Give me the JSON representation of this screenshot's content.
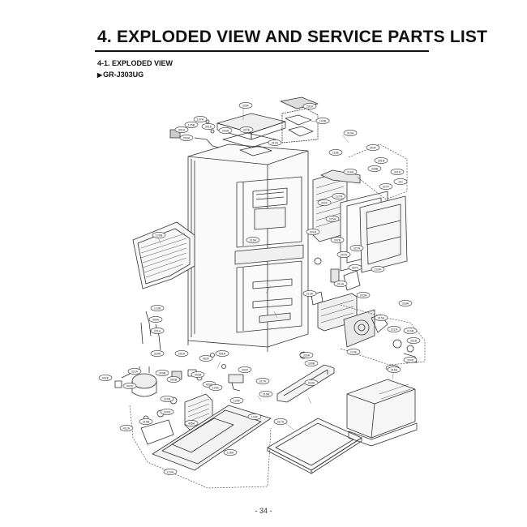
{
  "document": {
    "title": "4. EXPLODED VIEW AND SERVICE PARTS LIST",
    "section_heading": "4-1. EXPLODED VIEW",
    "model_marker": "▶",
    "model": "GR-J303UG",
    "page_number": "- 34 -"
  },
  "diagram": {
    "callouts": [
      "329F",
      "291A",
      "103B",
      "107A",
      "125B",
      "301D",
      "301A",
      "293A",
      "203A",
      "327E",
      "312A",
      "310A",
      "118E",
      "303F",
      "291B",
      "328B",
      "301D",
      "101",
      "318A",
      "327F",
      "127A",
      "303C",
      "315A",
      "301B",
      "302B",
      "316A",
      "327A",
      "207A",
      "307C",
      "120A",
      "313A",
      "303A",
      "212A",
      "318A",
      "315A",
      "211A",
      "310B",
      "311B",
      "320D",
      "292A",
      "119E",
      "120B",
      "119B",
      "309A",
      "321A",
      "324A",
      "201A",
      "402F",
      "501A",
      "402C",
      "317A",
      "316B",
      "330A",
      "330B",
      "313A",
      "402E",
      "402D",
      "311A",
      "309B",
      "302B",
      "402B",
      "402A",
      "120C",
      "320B",
      "315B",
      "320D",
      "412A",
      "120F",
      "120F",
      "405A",
      "317A",
      "119A",
      "126A",
      "316A"
    ]
  }
}
